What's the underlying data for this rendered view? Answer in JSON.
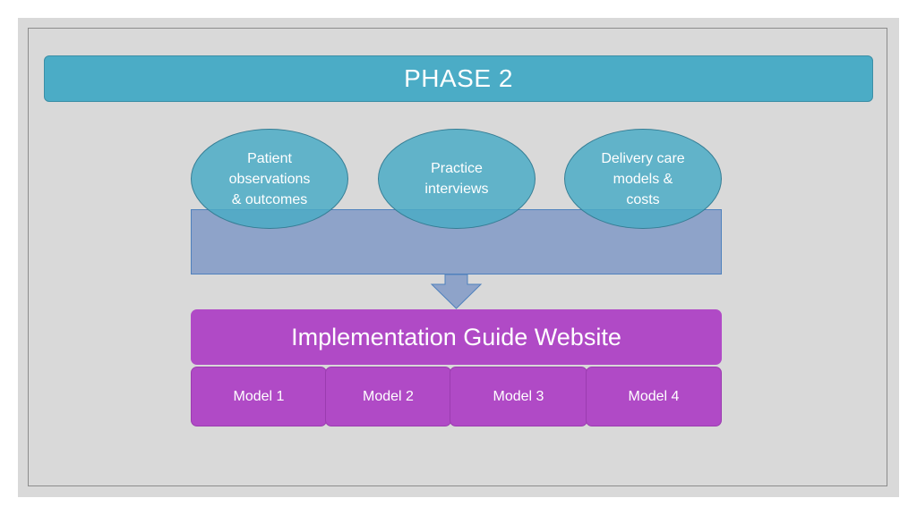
{
  "diagram": {
    "phase_title": "PHASE 2",
    "inputs": [
      {
        "label": "Patient\nobservations\n& outcomes"
      },
      {
        "label": "Practice\ninterviews"
      },
      {
        "label": "Delivery care\nmodels &\ncosts"
      }
    ],
    "output_title": "Implementation Guide Website",
    "models": [
      {
        "label": "Model 1"
      },
      {
        "label": "Model 2"
      },
      {
        "label": "Model 3"
      },
      {
        "label": "Model 4"
      }
    ]
  },
  "colors": {
    "slide_background": "#d9d9d9",
    "phase_banner": "#4bacc6",
    "input_bubble": "#4bacc6",
    "collector_bar": "#8ea3c9",
    "output_purple": "#b04ac6",
    "text": "#ffffff"
  }
}
